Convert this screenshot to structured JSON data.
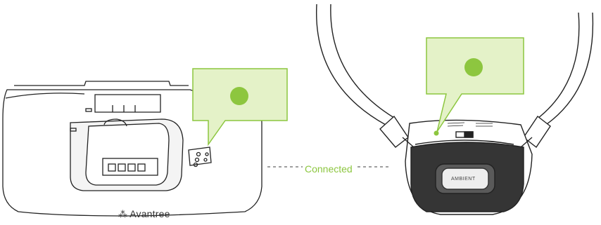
{
  "brand": {
    "mark": "⁂",
    "name": "Avantree"
  },
  "connection": {
    "label": "Connected"
  },
  "neckband": {
    "button_label": "AMBIENT"
  },
  "colors": {
    "callout_fill": "#e4f2c8",
    "callout_border": "#8cc63f",
    "led": "#8dc63f",
    "connected_text": "#8cc63f",
    "line": "#222222",
    "dash": "#666666"
  },
  "icons": {
    "transmitter": "transmitter-base-icon",
    "headset": "neckband-headset-icon",
    "led": "indicator-led-icon"
  }
}
